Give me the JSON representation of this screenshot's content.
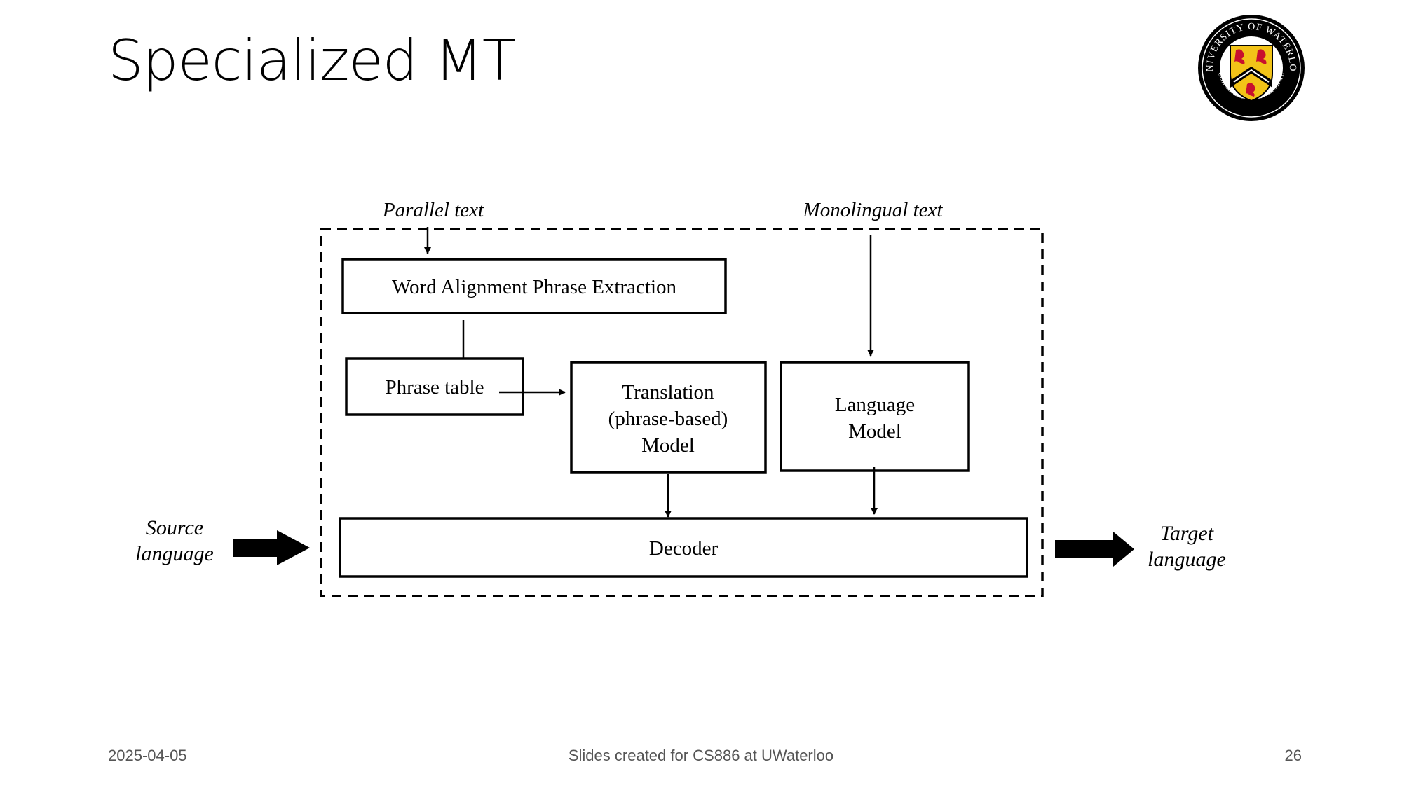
{
  "slide": {
    "title": "Specialized MT",
    "logo": {
      "ring_text": "UNIVERSITY OF WATERLOO",
      "motto": "CONCORDIA CUM VERITATE",
      "colors": {
        "ring": "#000000",
        "shield": "#f2c318",
        "lion": "#c8102e"
      }
    }
  },
  "diagram": {
    "parallel_text": "Parallel text",
    "monolingual_text": "Monolingual text",
    "word_alignment": "Word Alignment Phrase Extraction",
    "phrase_table": "Phrase table",
    "translation_model": [
      "Translation",
      "(phrase-based)",
      "Model"
    ],
    "language_model": [
      "Language",
      "Model"
    ],
    "decoder": "Decoder",
    "source_language": [
      "Source",
      "language"
    ],
    "target_language": [
      "Target",
      "language"
    ]
  },
  "footer": {
    "date": "2025-04-05",
    "center": "Slides created for CS886 at UWaterloo",
    "page": "26"
  }
}
